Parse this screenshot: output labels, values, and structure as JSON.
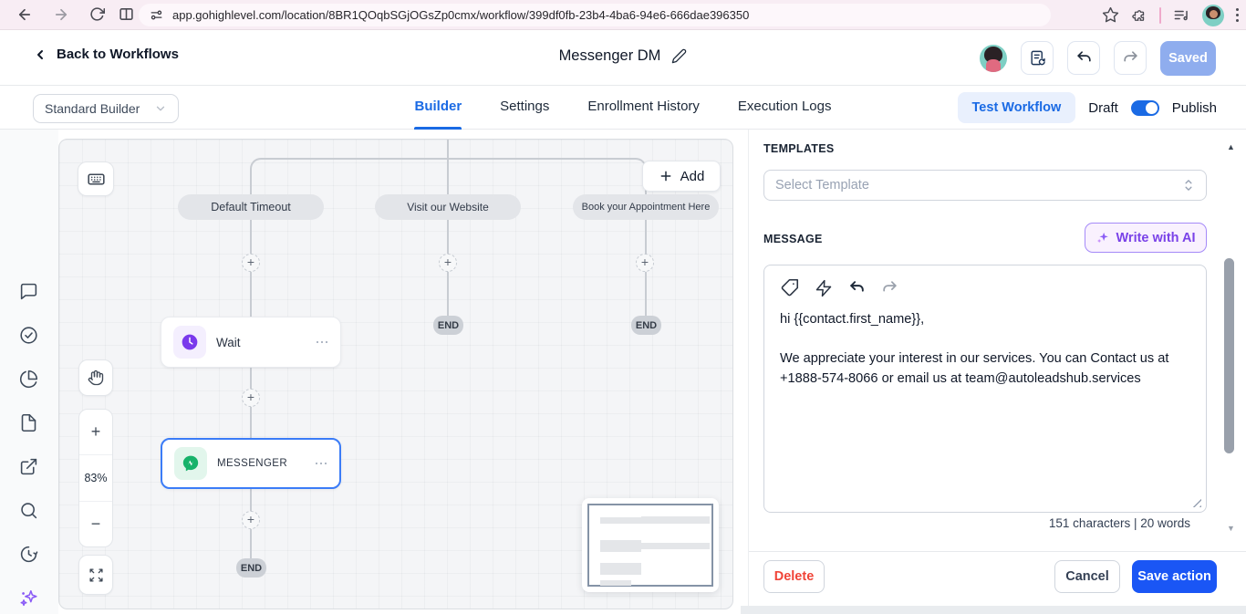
{
  "browser": {
    "url": "app.gohighlevel.com/location/8BR1QOqbSGjOGsZp0cmx/workflow/399df0fb-23b4-4ba6-94e6-666dae396350"
  },
  "header": {
    "back_label": "Back to Workflows",
    "title": "Messenger DM",
    "saved_label": "Saved"
  },
  "nav": {
    "builder_select": "Standard Builder",
    "tabs": [
      {
        "label": "Builder"
      },
      {
        "label": "Settings"
      },
      {
        "label": "Enrollment History"
      },
      {
        "label": "Execution Logs"
      }
    ],
    "test_workflow_label": "Test Workflow",
    "draft_label": "Draft",
    "publish_label": "Publish"
  },
  "canvas": {
    "add_label": "Add",
    "branches": [
      {
        "label": "Default Timeout"
      },
      {
        "label": "Visit our Website"
      },
      {
        "label": "Book your Appointment Here"
      }
    ],
    "nodes": [
      {
        "label": "Wait"
      },
      {
        "label": "MESSENGER"
      }
    ],
    "end_label": "END",
    "zoom_in": "+",
    "zoom_level": "83%",
    "zoom_out": "−"
  },
  "panel": {
    "templates_label": "TEMPLATES",
    "select_placeholder": "Select Template",
    "message_label": "MESSAGE",
    "write_ai_label": "Write with AI",
    "message_text": "hi {{contact.first_name}},\n\nWe appreciate your interest in our services. You can Contact us at +1888-574-8066 or email us at team@autoleadshub.services",
    "stats": "151 characters | 20 words",
    "delete_label": "Delete",
    "cancel_label": "Cancel",
    "save_label": "Save action"
  },
  "colors": {
    "accent_blue": "#1a6ae4",
    "save_blue": "#1a56f5",
    "delete_red": "#f04438",
    "ai_purple": "#7a42e8",
    "messenger_green": "#17b26a",
    "wait_purple": "#7a3aec",
    "saved_disabled_blue": "#8fadee",
    "chrome_pink": "#f8edf4"
  }
}
